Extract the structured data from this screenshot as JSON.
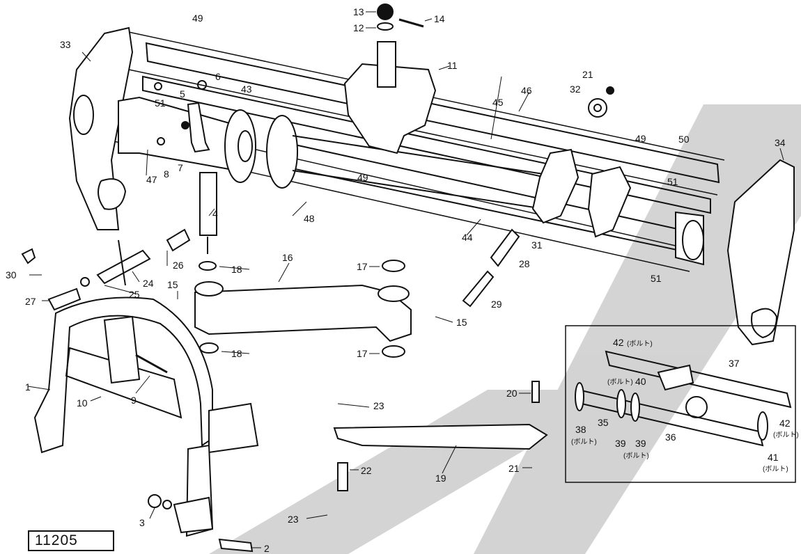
{
  "drawing_id": "11205",
  "watermark": "S",
  "callouts": {
    "c1": "1",
    "c2": "2",
    "c3": "3",
    "c4": "4",
    "c5": "5",
    "c6": "6",
    "c7": "7",
    "c8": "8",
    "c9": "9",
    "c10": "10",
    "c11": "11",
    "c12": "12",
    "c13": "13",
    "c14": "14",
    "c15a": "15",
    "c15b": "15",
    "c16": "16",
    "c17a": "17",
    "c17b": "17",
    "c18a": "18",
    "c18b": "18",
    "c19": "19",
    "c20": "20",
    "c21a": "21",
    "c21b": "21",
    "c22": "22",
    "c23a": "23",
    "c23b": "23",
    "c24": "24",
    "c25": "25",
    "c26": "26",
    "c27": "27",
    "c28": "28",
    "c29": "29",
    "c30": "30",
    "c31": "31",
    "c32": "32",
    "c33": "33",
    "c34": "34",
    "c35": "35",
    "c36": "36",
    "c37": "37",
    "c38": "38",
    "c39a": "39",
    "c39b": "39",
    "c40": "40",
    "c41": "41",
    "c42a": "42",
    "c42b": "42",
    "c43": "43",
    "c44": "44",
    "c45": "45",
    "c46": "46",
    "c47": "47",
    "c48": "48",
    "c49a": "49",
    "c49b": "49",
    "c49c": "49",
    "c50": "50",
    "c51a": "51",
    "c51b": "51",
    "c51c": "51"
  },
  "notes": {
    "bolt": "(ボルト)"
  }
}
